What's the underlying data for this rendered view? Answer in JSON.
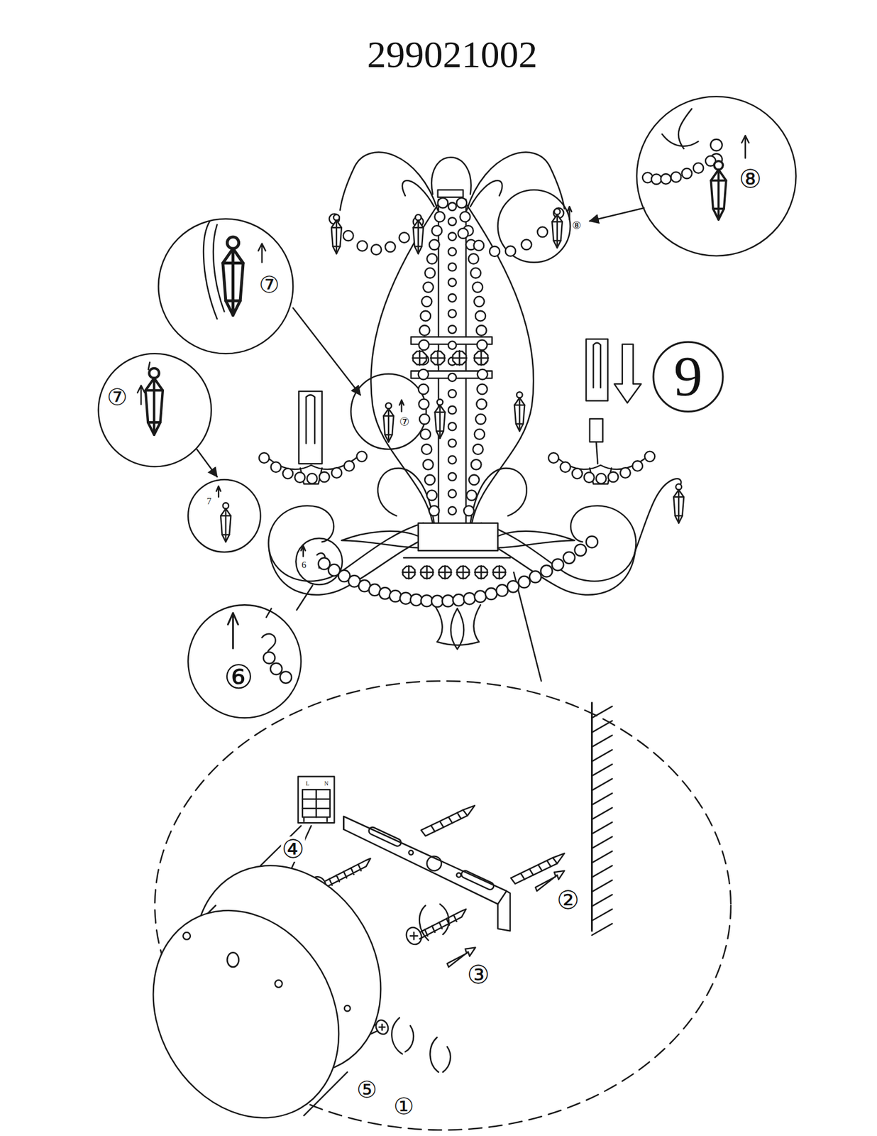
{
  "diagram": {
    "title": "299021002",
    "labels": [
      "⑧",
      "⑧",
      "⑦",
      "⑦",
      "⑦",
      "7",
      "9",
      "6",
      "⑥",
      "L",
      "N",
      "④",
      "②",
      "③",
      "⑤",
      "①"
    ]
  }
}
